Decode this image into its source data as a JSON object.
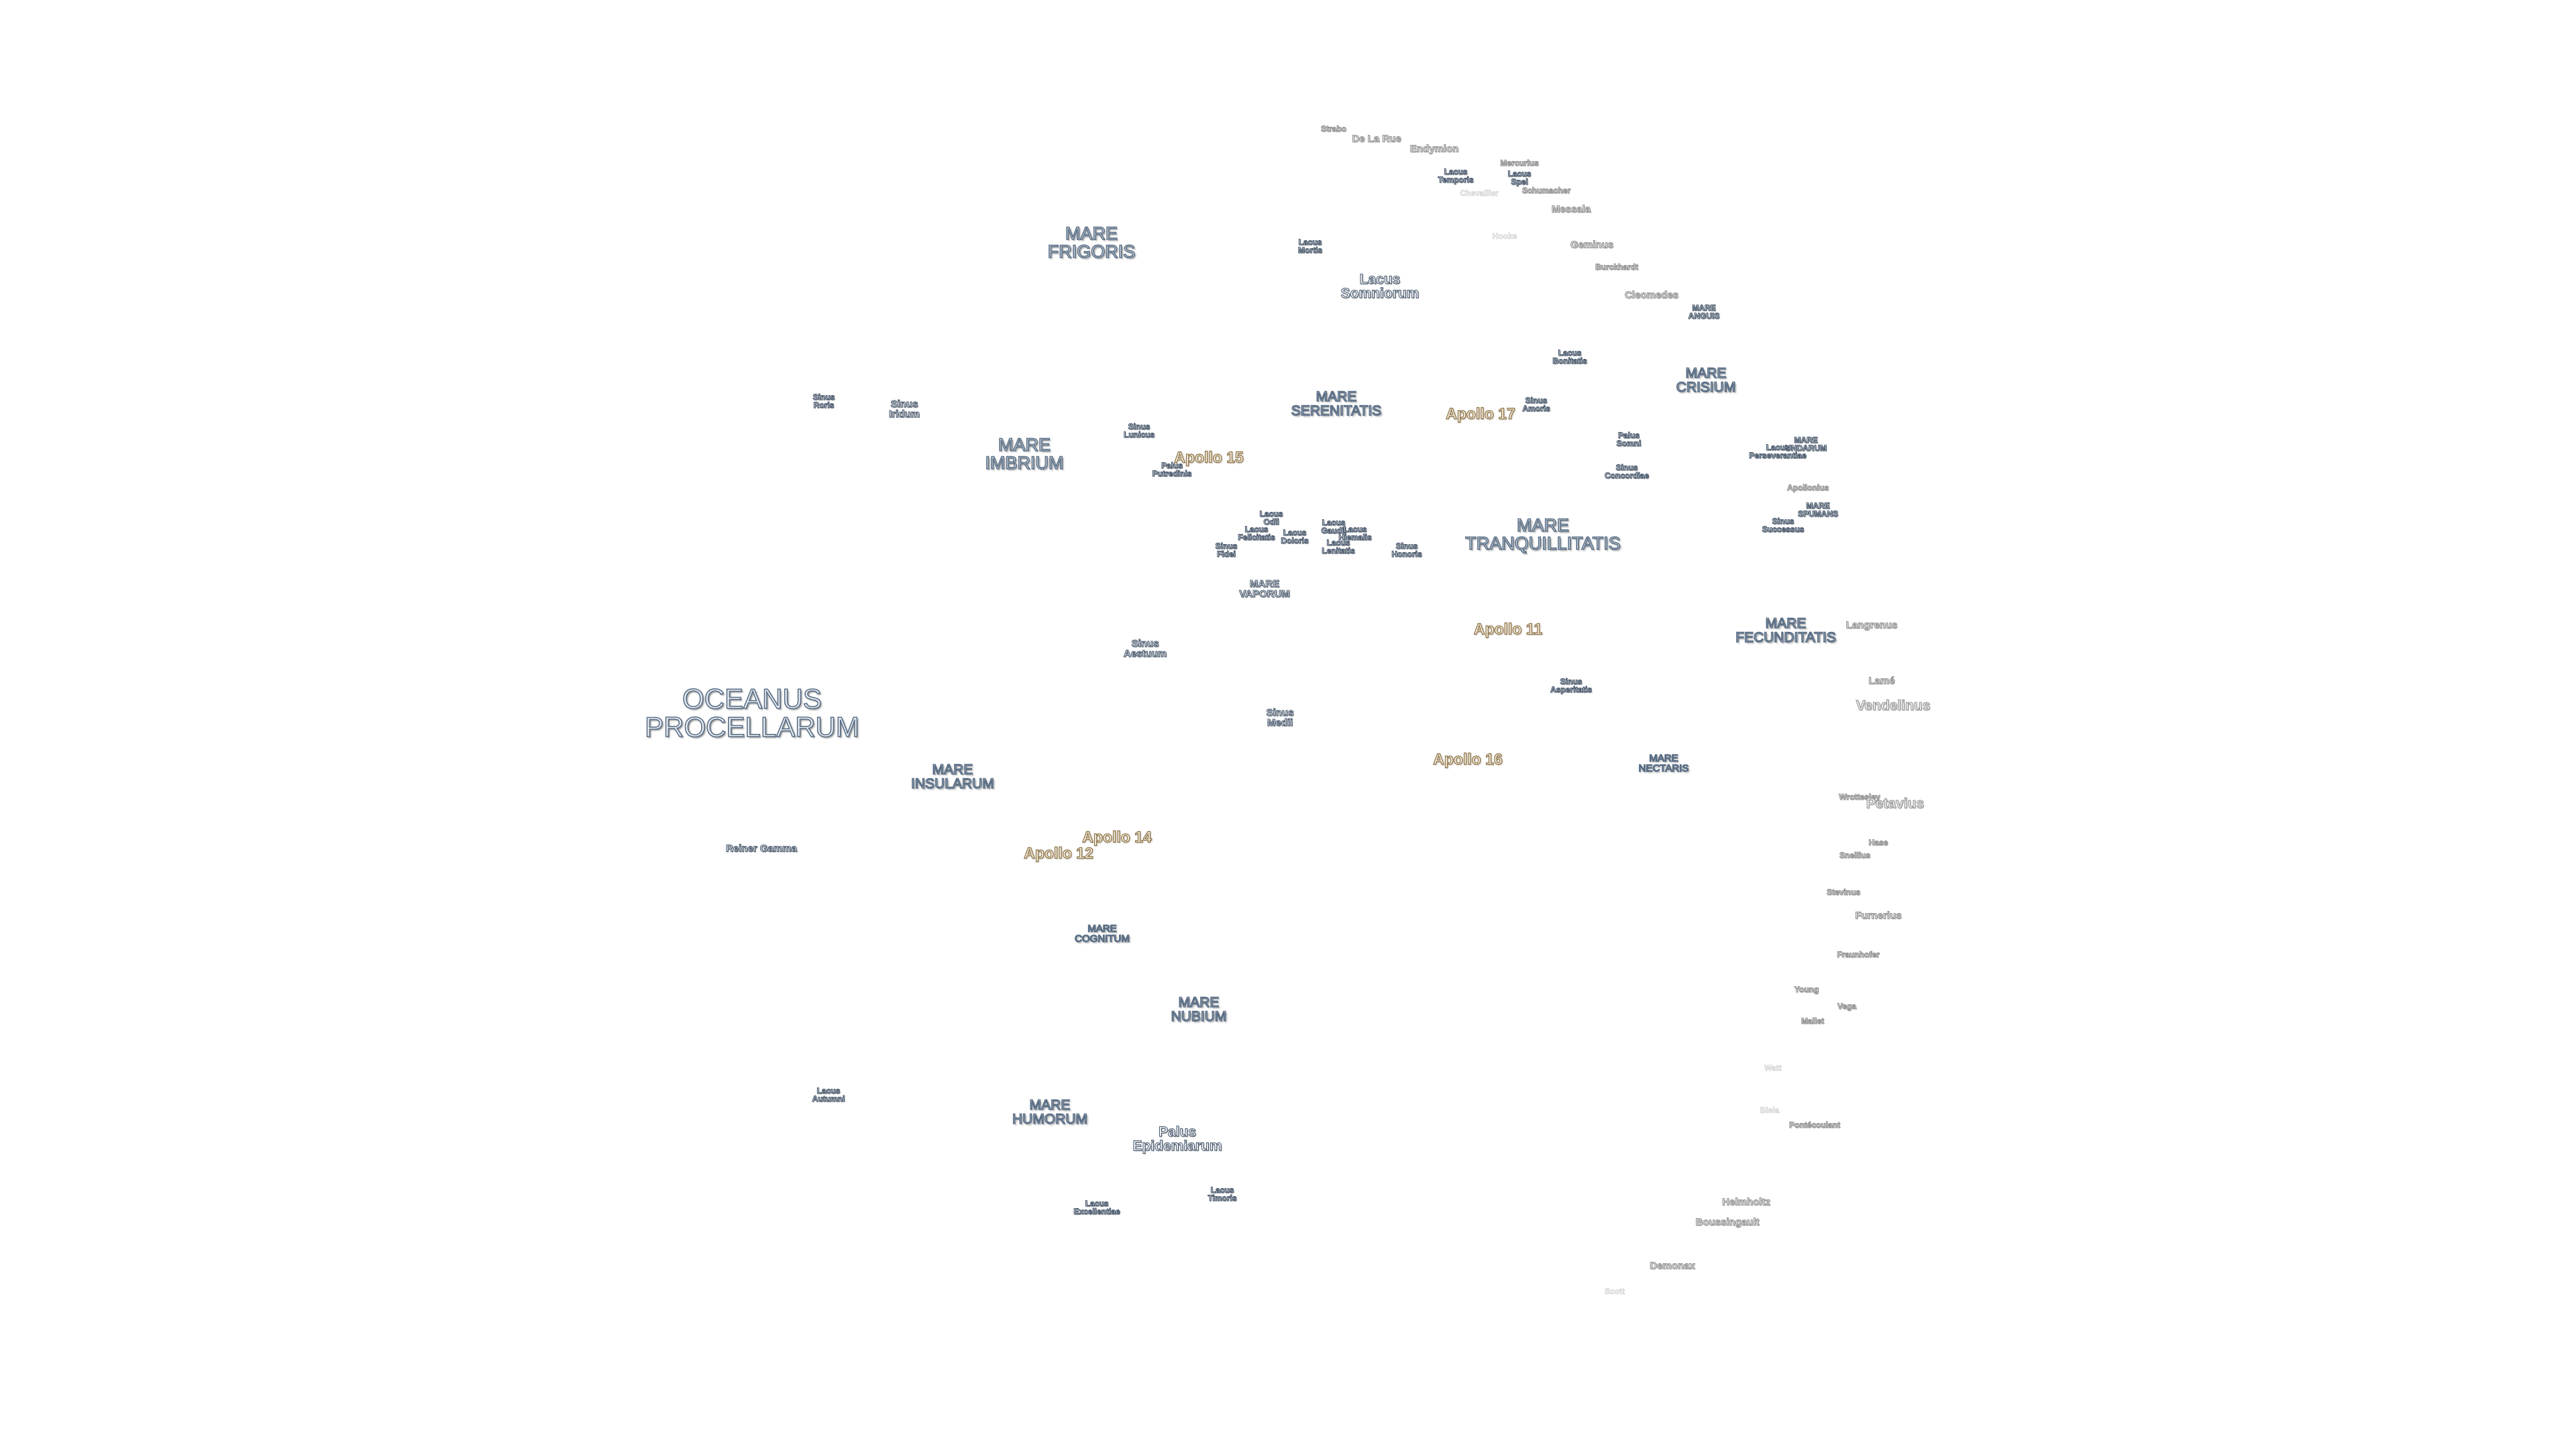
{
  "map": {
    "labels": [
      {
        "text": "OCEANUS\nPROCELLARUM",
        "kind": "mare",
        "size": "xl"
      },
      {
        "text": "MARE\nFRIGORIS",
        "kind": "mare",
        "size": "l"
      },
      {
        "text": "MARE\nIMBRIUM",
        "kind": "mare",
        "size": "l"
      },
      {
        "text": "MARE\nSERENITATIS",
        "kind": "mare",
        "size": "m"
      },
      {
        "text": "MARE\nTRANQUILLITATIS",
        "kind": "mare",
        "size": "l"
      },
      {
        "text": "MARE\nCRISIUM",
        "kind": "mare",
        "size": "m"
      },
      {
        "text": "MARE\nFECUNDITATIS",
        "kind": "mare",
        "size": "m"
      },
      {
        "text": "MARE\nNECTARIS",
        "kind": "mare",
        "size": "s"
      },
      {
        "text": "MARE\nINSULARUM",
        "kind": "mare",
        "size": "m"
      },
      {
        "text": "MARE\nCOGNITUM",
        "kind": "mare",
        "size": "s"
      },
      {
        "text": "MARE\nNUBIUM",
        "kind": "mare",
        "size": "m"
      },
      {
        "text": "MARE\nHUMORUM",
        "kind": "mare",
        "size": "m"
      },
      {
        "text": "MARE\nVAPORUM",
        "kind": "small",
        "size": "s"
      },
      {
        "text": "MARE\nANGUIS",
        "kind": "small",
        "size": "xs"
      },
      {
        "text": "MARE\nUNDARUM",
        "kind": "small",
        "size": "xs"
      },
      {
        "text": "MARE\nSPUMANS",
        "kind": "small",
        "size": "xs"
      },
      {
        "text": "Lacus\nSomniorum",
        "kind": "small",
        "size": "m"
      },
      {
        "text": "Sinus\nAestuum",
        "kind": "small",
        "size": "s"
      },
      {
        "text": "Sinus\nMedii",
        "kind": "small",
        "size": "s"
      },
      {
        "text": "Palus\nEpidemiarum",
        "kind": "small",
        "size": "m"
      },
      {
        "text": "Sinus\nRoris",
        "kind": "small",
        "size": "xs"
      },
      {
        "text": "Sinus\nIridum",
        "kind": "small",
        "size": "s"
      },
      {
        "text": "Sinus\nLunicus",
        "kind": "small",
        "size": "xs"
      },
      {
        "text": "Palus\nPutredinis",
        "kind": "small",
        "size": "xs"
      },
      {
        "text": "Lacus\nMortis",
        "kind": "small",
        "size": "xs"
      },
      {
        "text": "Lacus\nTemporis",
        "kind": "small",
        "size": "xs"
      },
      {
        "text": "Lacus\nSpei",
        "kind": "small",
        "size": "xs"
      },
      {
        "text": "Lacus\nBonitatis",
        "kind": "small",
        "size": "xs"
      },
      {
        "text": "Sinus\nAmoris",
        "kind": "small",
        "size": "xs"
      },
      {
        "text": "Palus\nSomni",
        "kind": "small",
        "size": "xs"
      },
      {
        "text": "Sinus\nConcordiae",
        "kind": "small",
        "size": "xs"
      },
      {
        "text": "Lacus\nPerseverantiae",
        "kind": "small",
        "size": "xs"
      },
      {
        "text": "Sinus\nSuccessus",
        "kind": "small",
        "size": "xs"
      },
      {
        "text": "Lacus\nOdii",
        "kind": "small",
        "size": "xs"
      },
      {
        "text": "Lacus\nFelicitatis",
        "kind": "small",
        "size": "xs"
      },
      {
        "text": "Lacus\nDoloris",
        "kind": "small",
        "size": "xs"
      },
      {
        "text": "Sinus\nFidei",
        "kind": "small",
        "size": "xs"
      },
      {
        "text": "Lacus\nGaudii",
        "kind": "small",
        "size": "xs"
      },
      {
        "text": "Lacus\nHiemalis",
        "kind": "small",
        "size": "xs"
      },
      {
        "text": "Lacus\nLenitatis",
        "kind": "small",
        "size": "xs"
      },
      {
        "text": "Sinus\nHonoris",
        "kind": "small",
        "size": "xs"
      },
      {
        "text": "Sinus\nAsperitatis",
        "kind": "small",
        "size": "xs"
      },
      {
        "text": "Lacus\nAutumni",
        "kind": "small",
        "size": "xs"
      },
      {
        "text": "Lacus\nExcellentiae",
        "kind": "small",
        "size": "xs"
      },
      {
        "text": "Lacus\nTimoris",
        "kind": "small",
        "size": "xs"
      },
      {
        "text": "Apollo 17",
        "kind": "apollo",
        "size": "a"
      },
      {
        "text": "Apollo 15",
        "kind": "apollo",
        "size": "a"
      },
      {
        "text": "Apollo 11",
        "kind": "apollo",
        "size": "a"
      },
      {
        "text": "Apollo 16",
        "kind": "apollo",
        "size": "a"
      },
      {
        "text": "Apollo 14",
        "kind": "apollo",
        "size": "a"
      },
      {
        "text": "Apollo 12",
        "kind": "apollo",
        "size": "a"
      },
      {
        "text": "Reiner Gamma",
        "kind": "small",
        "size": "s"
      },
      {
        "text": "Strabo",
        "kind": "crater",
        "size": "xs"
      },
      {
        "text": "De La Rue",
        "kind": "crater",
        "size": "s"
      },
      {
        "text": "Endymion",
        "kind": "crater",
        "size": "s"
      },
      {
        "text": "Mercurius",
        "kind": "crater",
        "size": "xs"
      },
      {
        "text": "Schumacher",
        "kind": "crater",
        "size": "xs"
      },
      {
        "text": "Chevallier",
        "kind": "faint",
        "size": "xs"
      },
      {
        "text": "Messala",
        "kind": "crater",
        "size": "s"
      },
      {
        "text": "Hooke",
        "kind": "faint",
        "size": "xs"
      },
      {
        "text": "Geminus",
        "kind": "crater",
        "size": "s"
      },
      {
        "text": "Burckhardt",
        "kind": "crater",
        "size": "xs"
      },
      {
        "text": "Cleomedes",
        "kind": "crater",
        "size": "s"
      },
      {
        "text": "Apollonius",
        "kind": "crater",
        "size": "xs"
      },
      {
        "text": "Langrenus",
        "kind": "crater",
        "size": "s"
      },
      {
        "text": "Lamé",
        "kind": "crater",
        "size": "s"
      },
      {
        "text": "Vendelinus",
        "kind": "crater",
        "size": "m"
      },
      {
        "text": "Wrottesley",
        "kind": "crater",
        "size": "xs"
      },
      {
        "text": "Petavius",
        "kind": "crater",
        "size": "m"
      },
      {
        "text": "Hase",
        "kind": "crater",
        "size": "xs"
      },
      {
        "text": "Snellius",
        "kind": "crater",
        "size": "xs"
      },
      {
        "text": "Stevinus",
        "kind": "crater",
        "size": "xs"
      },
      {
        "text": "Furnerius",
        "kind": "crater",
        "size": "s"
      },
      {
        "text": "Fraunhofer",
        "kind": "crater",
        "size": "xs"
      },
      {
        "text": "Young",
        "kind": "crater",
        "size": "xs"
      },
      {
        "text": "Vega",
        "kind": "crater",
        "size": "xs"
      },
      {
        "text": "Mallet",
        "kind": "crater",
        "size": "xs"
      },
      {
        "text": "Watt",
        "kind": "faint",
        "size": "xs"
      },
      {
        "text": "Biela",
        "kind": "faint",
        "size": "xs"
      },
      {
        "text": "Pontécoulant",
        "kind": "crater",
        "size": "xs"
      },
      {
        "text": "Helmholtz",
        "kind": "crater",
        "size": "s"
      },
      {
        "text": "Boussingault",
        "kind": "crater",
        "size": "s"
      },
      {
        "text": "Demonax",
        "kind": "crater",
        "size": "s"
      },
      {
        "text": "Scott",
        "kind": "faint",
        "size": "xs"
      }
    ]
  }
}
